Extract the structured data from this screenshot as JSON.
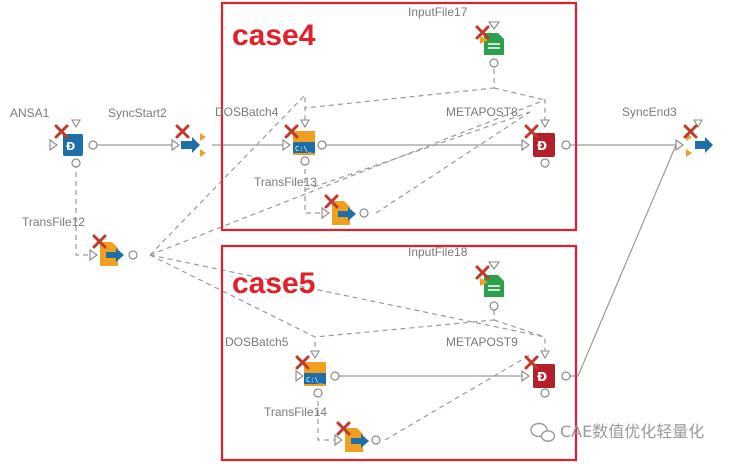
{
  "boxes": [
    {
      "id": "case4",
      "label": "case4"
    },
    {
      "id": "case5",
      "label": "case5"
    }
  ],
  "nodes": {
    "ansa1": {
      "label": "ANSA1",
      "icon": "ansa-icon"
    },
    "syncstart2": {
      "label": "SyncStart2",
      "icon": "sync-start-icon"
    },
    "dosbatch4": {
      "label": "DOSBatch4",
      "icon": "dos-batch-icon"
    },
    "inputfile17": {
      "label": "InputFile17",
      "icon": "input-file-icon"
    },
    "metapost8": {
      "label": "METAPOST8",
      "icon": "metapost-icon"
    },
    "transfile13": {
      "label": "TransFile13",
      "icon": "trans-file-icon"
    },
    "syncend3": {
      "label": "SyncEnd3",
      "icon": "sync-end-icon"
    },
    "transfile12": {
      "label": "TransFile12",
      "icon": "trans-file-icon"
    },
    "inputfile18": {
      "label": "InputFile18",
      "icon": "input-file-icon"
    },
    "dosbatch5": {
      "label": "DOSBatch5",
      "icon": "dos-batch-icon"
    },
    "metapost9": {
      "label": "METAPOST9",
      "icon": "metapost-icon"
    },
    "transfile14": {
      "label": "TransFile14",
      "icon": "trans-file-icon"
    }
  },
  "watermark": {
    "text": "CAE数值优化轻量化",
    "icon": "wechat-icon"
  },
  "colors": {
    "box_border": "#e0202a",
    "ansa_blue": "#1e6fa8",
    "dos_orange": "#f0a020",
    "metapost_red": "#b3202a",
    "file_green": "#2e9e4f",
    "error_x": "#c0392b",
    "wire": "#9a9a9a"
  }
}
